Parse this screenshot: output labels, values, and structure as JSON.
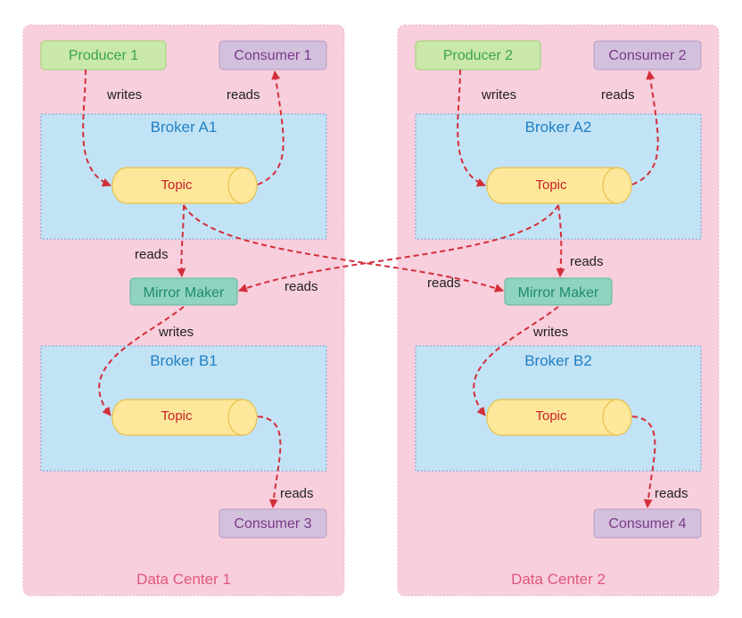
{
  "data_centers": [
    {
      "label": "Data Center 1",
      "producer": "Producer 1",
      "consumer_top": "Consumer 1",
      "broker_a": "Broker A1",
      "topic_a": "Topic",
      "mirror_maker": "Mirror Maker",
      "broker_b": "Broker B1",
      "topic_b": "Topic",
      "consumer_bottom": "Consumer 3"
    },
    {
      "label": "Data Center 2",
      "producer": "Producer 2",
      "consumer_top": "Consumer 2",
      "broker_a": "Broker A2",
      "topic_a": "Topic",
      "mirror_maker": "Mirror Maker",
      "broker_b": "Broker B2",
      "topic_b": "Topic",
      "consumer_bottom": "Consumer 4"
    }
  ],
  "edge_labels": {
    "writes": "writes",
    "reads": "reads"
  },
  "colors": {
    "data_center_fill": "#f8cfdc",
    "data_center_text": "#e0567f",
    "broker_fill": "#c2e3f5",
    "broker_border": "#6aa5d8",
    "broker_text": "#1f7fc4",
    "topic_fill": "#fde79a",
    "topic_stroke": "#e8c04a",
    "topic_text": "#c8202a",
    "producer_fill": "#c9e8a9",
    "producer_text": "#3ba44a",
    "consumer_fill": "#d3c0dc",
    "consumer_text": "#7a3a8a",
    "mirror_fill": "#8fd3c0",
    "mirror_text": "#1f8c70",
    "arrow": "#d32f3a"
  }
}
